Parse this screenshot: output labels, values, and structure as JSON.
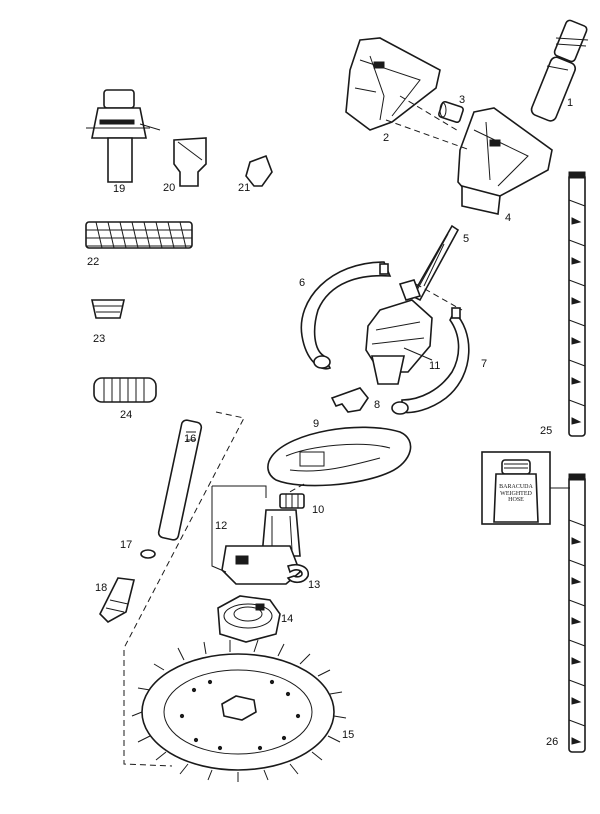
{
  "callouts": {
    "n1": "1",
    "n2": "2",
    "n3": "3",
    "n4": "4",
    "n5": "5",
    "n6": "6",
    "n7": "7",
    "n8": "8",
    "n9": "9",
    "n10": "10",
    "n11": "11",
    "n12": "12",
    "n13": "13",
    "n14": "14",
    "n15": "15",
    "n16": "16",
    "n17": "17",
    "n18": "18",
    "n19": "19",
    "n20": "20",
    "n21": "21",
    "n22": "22",
    "n23": "23",
    "n24": "24",
    "n25": "25",
    "n26": "26"
  },
  "inset": {
    "label_line1": "BARACUDA",
    "label_line2": "WEIGHTED",
    "label_line3": "HOSE"
  }
}
